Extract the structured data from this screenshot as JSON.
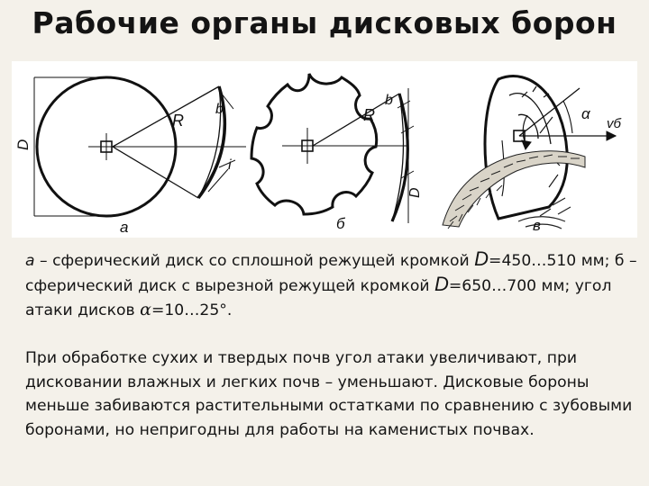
{
  "title": "Рабочие органы дисковых борон",
  "figure": {
    "labels": {
      "a_D": "D",
      "a_R": "R",
      "a_b": "b",
      "a_i": "i",
      "a_letter": "а",
      "b_R": "R",
      "b_b": "b",
      "b_D": "D",
      "b_letter": "б",
      "c_alpha": "α",
      "c_v": "vб",
      "c_letter": "в"
    }
  },
  "caption": {
    "p1": "а",
    "p2": " – сферический диск со сплошной режущей кромкой ",
    "p3": "D",
    "p4": "=450…510 мм; б – сферический диск с вырезной режущей кромкой ",
    "p5": "D",
    "p6": "=650…700 мм; угол атаки дисков ",
    "p7": "α",
    "p8": "=10…25°."
  },
  "paragraph": "При обработке сухих и твердых почв угол атаки увеличивают, при дисковании влажных и легких почв – уменьшают. Дисковые бороны меньше забиваются растительными остатками по сравнению с зубовыми боронами, но непригодны для работы на каменистых почвах."
}
